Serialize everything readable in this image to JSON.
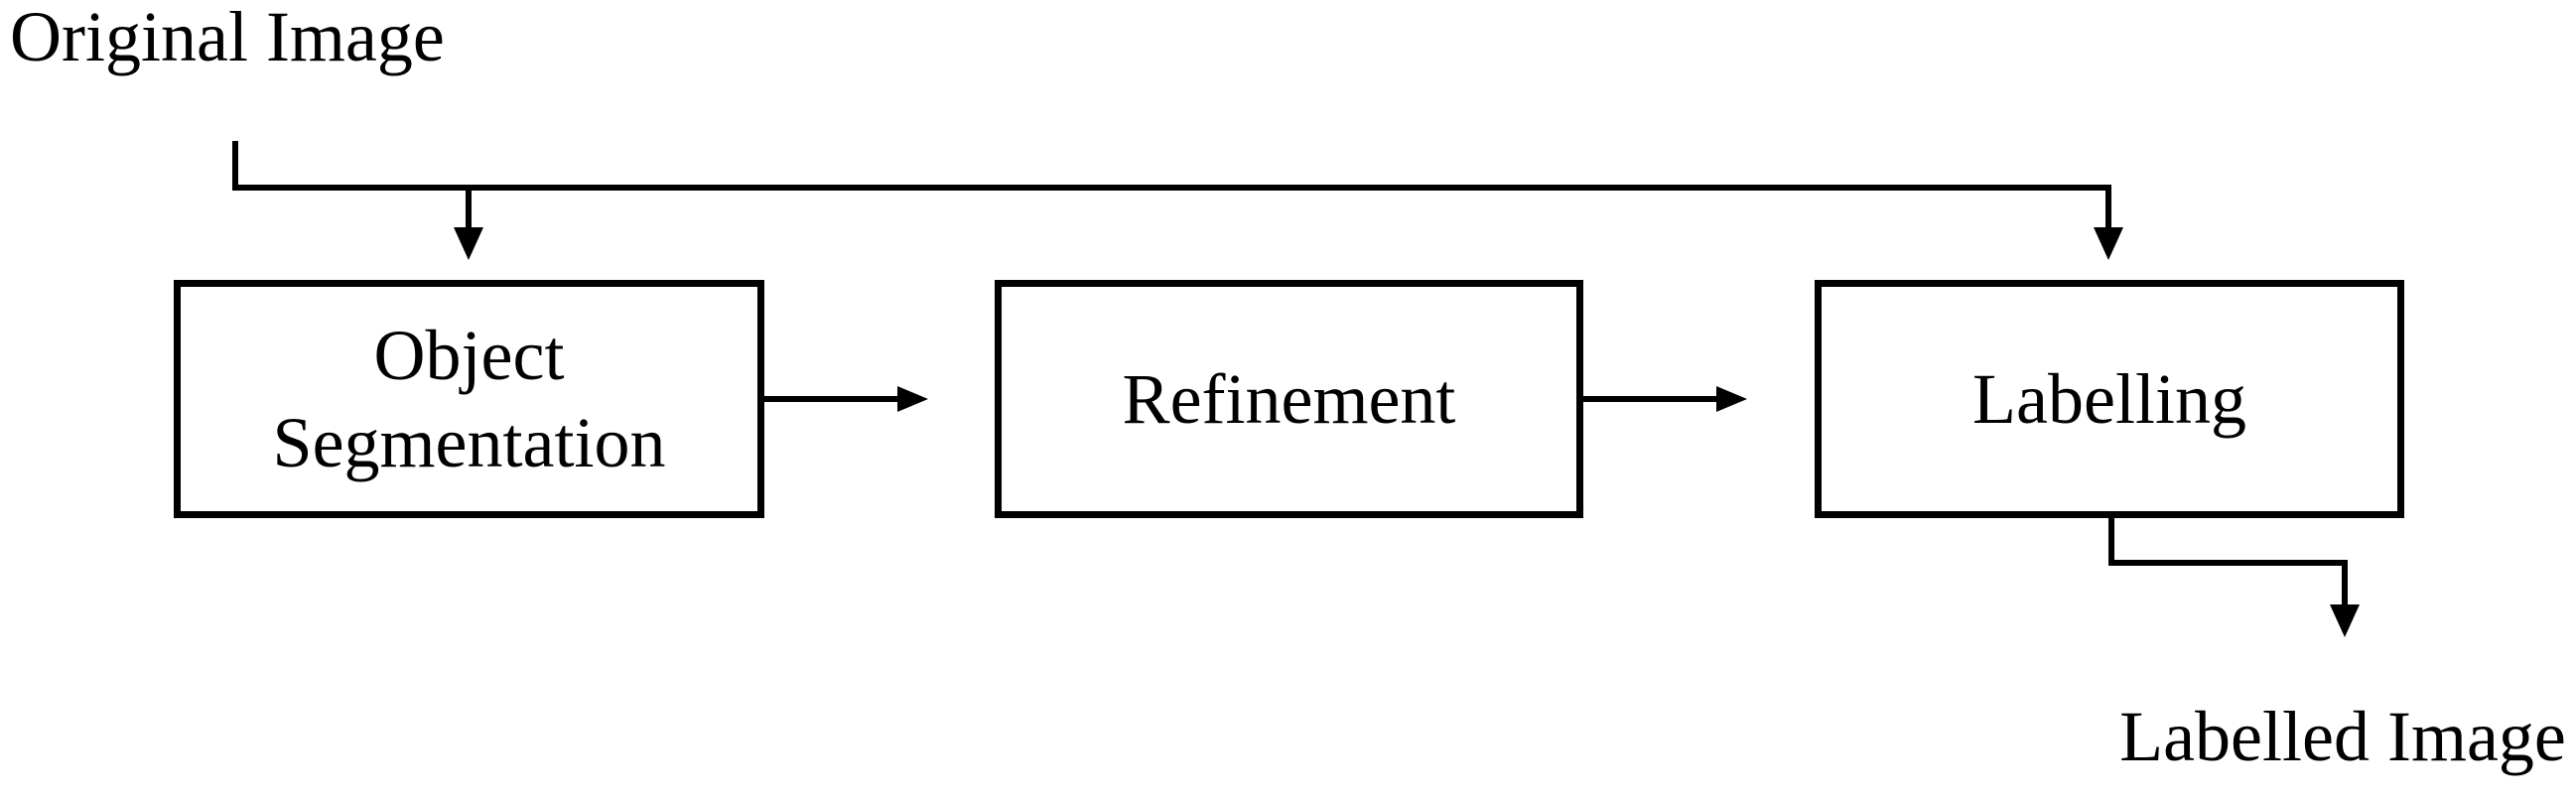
{
  "diagram": {
    "input_label": "Original Image",
    "output_label": "Labelled Image",
    "boxes": [
      {
        "label": "Object Segmentation",
        "label_lines": [
          "Object",
          "Segmentation"
        ]
      },
      {
        "label": "Refinement",
        "label_lines": [
          "Refinement"
        ]
      },
      {
        "label": "Labelling",
        "label_lines": [
          "Labelling"
        ]
      }
    ],
    "connections": [
      {
        "from": "Original Image",
        "to": "Object Segmentation"
      },
      {
        "from": "Original Image",
        "to": "Labelling"
      },
      {
        "from": "Object Segmentation",
        "to": "Refinement"
      },
      {
        "from": "Refinement",
        "to": "Labelling"
      },
      {
        "from": "Labelling",
        "to": "Labelled Image"
      }
    ],
    "colors": {
      "line": "#000000",
      "text": "#000000",
      "background": "#ffffff"
    }
  }
}
